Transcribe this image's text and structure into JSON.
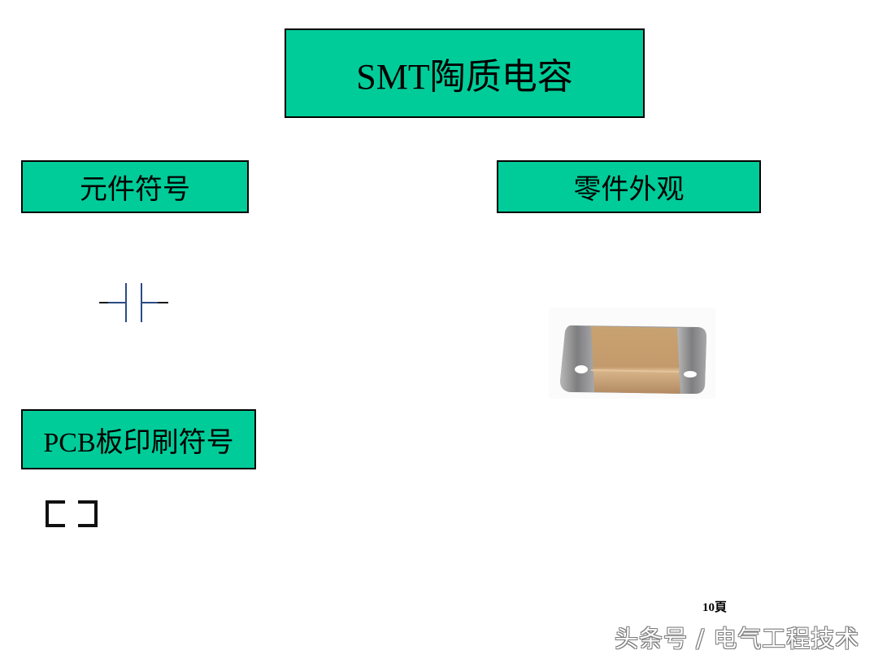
{
  "slide": {
    "title": "SMT陶质电容",
    "sections": {
      "symbol": {
        "label": "元件符号"
      },
      "appearance": {
        "label": "零件外观"
      },
      "pcb": {
        "label": "PCB板印刷符号"
      }
    },
    "page_number": "10頁",
    "watermark": "头条号 / 电气工程技术"
  },
  "colors": {
    "box_fill": "#00cc99",
    "box_border": "#000000",
    "capacitor_plate": "#2b4c84",
    "capacitor_body": "#c39a6b",
    "capacitor_terminal": "#9a9a9a"
  },
  "icons": {
    "capacitor_symbol": "capacitor-schematic-icon",
    "component_photo": "smd-ceramic-capacitor-image",
    "pcb_symbol": "pcb-silkscreen-outline-icon"
  }
}
